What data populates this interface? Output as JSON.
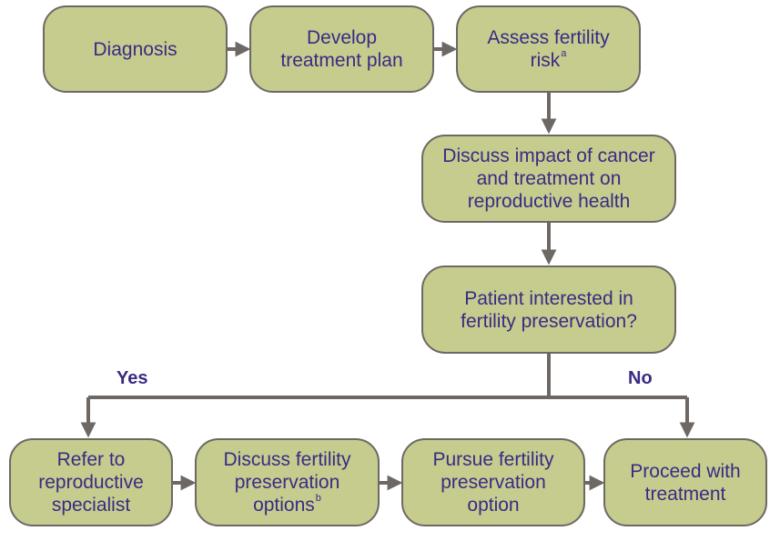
{
  "nodes": {
    "diagnosis": {
      "label": "Diagnosis"
    },
    "develop_plan": {
      "label": "Develop treatment plan"
    },
    "assess_risk": {
      "label": "Assess fertility risk",
      "footnote": "a"
    },
    "discuss_impact": {
      "label": "Discuss impact of cancer and treatment on reproductive health"
    },
    "patient_interested": {
      "label": "Patient interested in fertility preservation?"
    },
    "refer_specialist": {
      "label": "Refer to reproductive specialist"
    },
    "discuss_options": {
      "label": "Discuss fertility preservation options",
      "footnote": "b"
    },
    "pursue_option": {
      "label": "Pursue fertility preservation option"
    },
    "proceed_treatment": {
      "label": "Proceed with treatment"
    }
  },
  "branches": {
    "yes": "Yes",
    "no": "No"
  },
  "colors": {
    "node_fill": "#c5cc8d",
    "node_border": "#6e6864",
    "text": "#3b2a86",
    "arrow": "#6e6864"
  }
}
